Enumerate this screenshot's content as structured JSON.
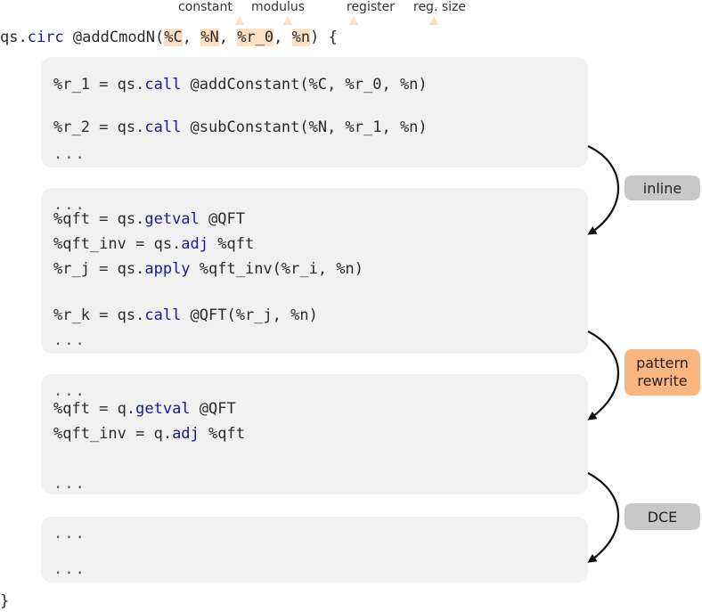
{
  "annotations": [
    "constant",
    "modulus",
    "register",
    "reg. size"
  ],
  "header": {
    "prefix": "qs.",
    "kw": "circ",
    "name": " @addCmodN(",
    "args": [
      "%C",
      "%N",
      "%r_0",
      "%n"
    ],
    "sep": ", ",
    "end": ") {"
  },
  "closing": "}",
  "blocks": [
    {
      "lines": [
        {
          "pre": "%r_1 = qs.",
          "kw": "call",
          "post": " @addConstant(%C, %r_0, %n)"
        },
        {
          "pre": "%r_2 = qs.",
          "kw": "call",
          "post": " @subConstant(%N, %r_1, %n)"
        },
        {
          "dots": "..."
        }
      ]
    },
    {
      "lines": [
        {
          "dots": "..."
        },
        {
          "pre": "%qft = qs.",
          "kw": "getval",
          "post": " @QFT"
        },
        {
          "pre": "%qft_inv = qs.",
          "kw": "adj",
          "post": " %qft"
        },
        {
          "pre": "%r_j = qs.",
          "kw": "apply",
          "post": " %qft_inv(%r_i, %n)"
        },
        {
          "pre": "%r_k = qs.",
          "kw": "call",
          "post": " @QFT(%r_j, %n)"
        },
        {
          "dots": "..."
        }
      ]
    },
    {
      "lines": [
        {
          "dots": "..."
        },
        {
          "pre": "%qft = q.",
          "kw": "getval",
          "post": " @QFT"
        },
        {
          "pre": "%qft_inv = q.",
          "kw": "adj",
          "post": " %qft"
        },
        {
          "dots": "..."
        }
      ]
    },
    {
      "lines": [
        {
          "dots": "..."
        },
        {
          "dots": "..."
        }
      ]
    }
  ],
  "passes": [
    {
      "label": "inline",
      "color": "#c8c8c8"
    },
    {
      "label": "pattern\nrewrite",
      "color": "#fbb57f"
    },
    {
      "label": "DCE",
      "color": "#c8c8c8"
    }
  ]
}
